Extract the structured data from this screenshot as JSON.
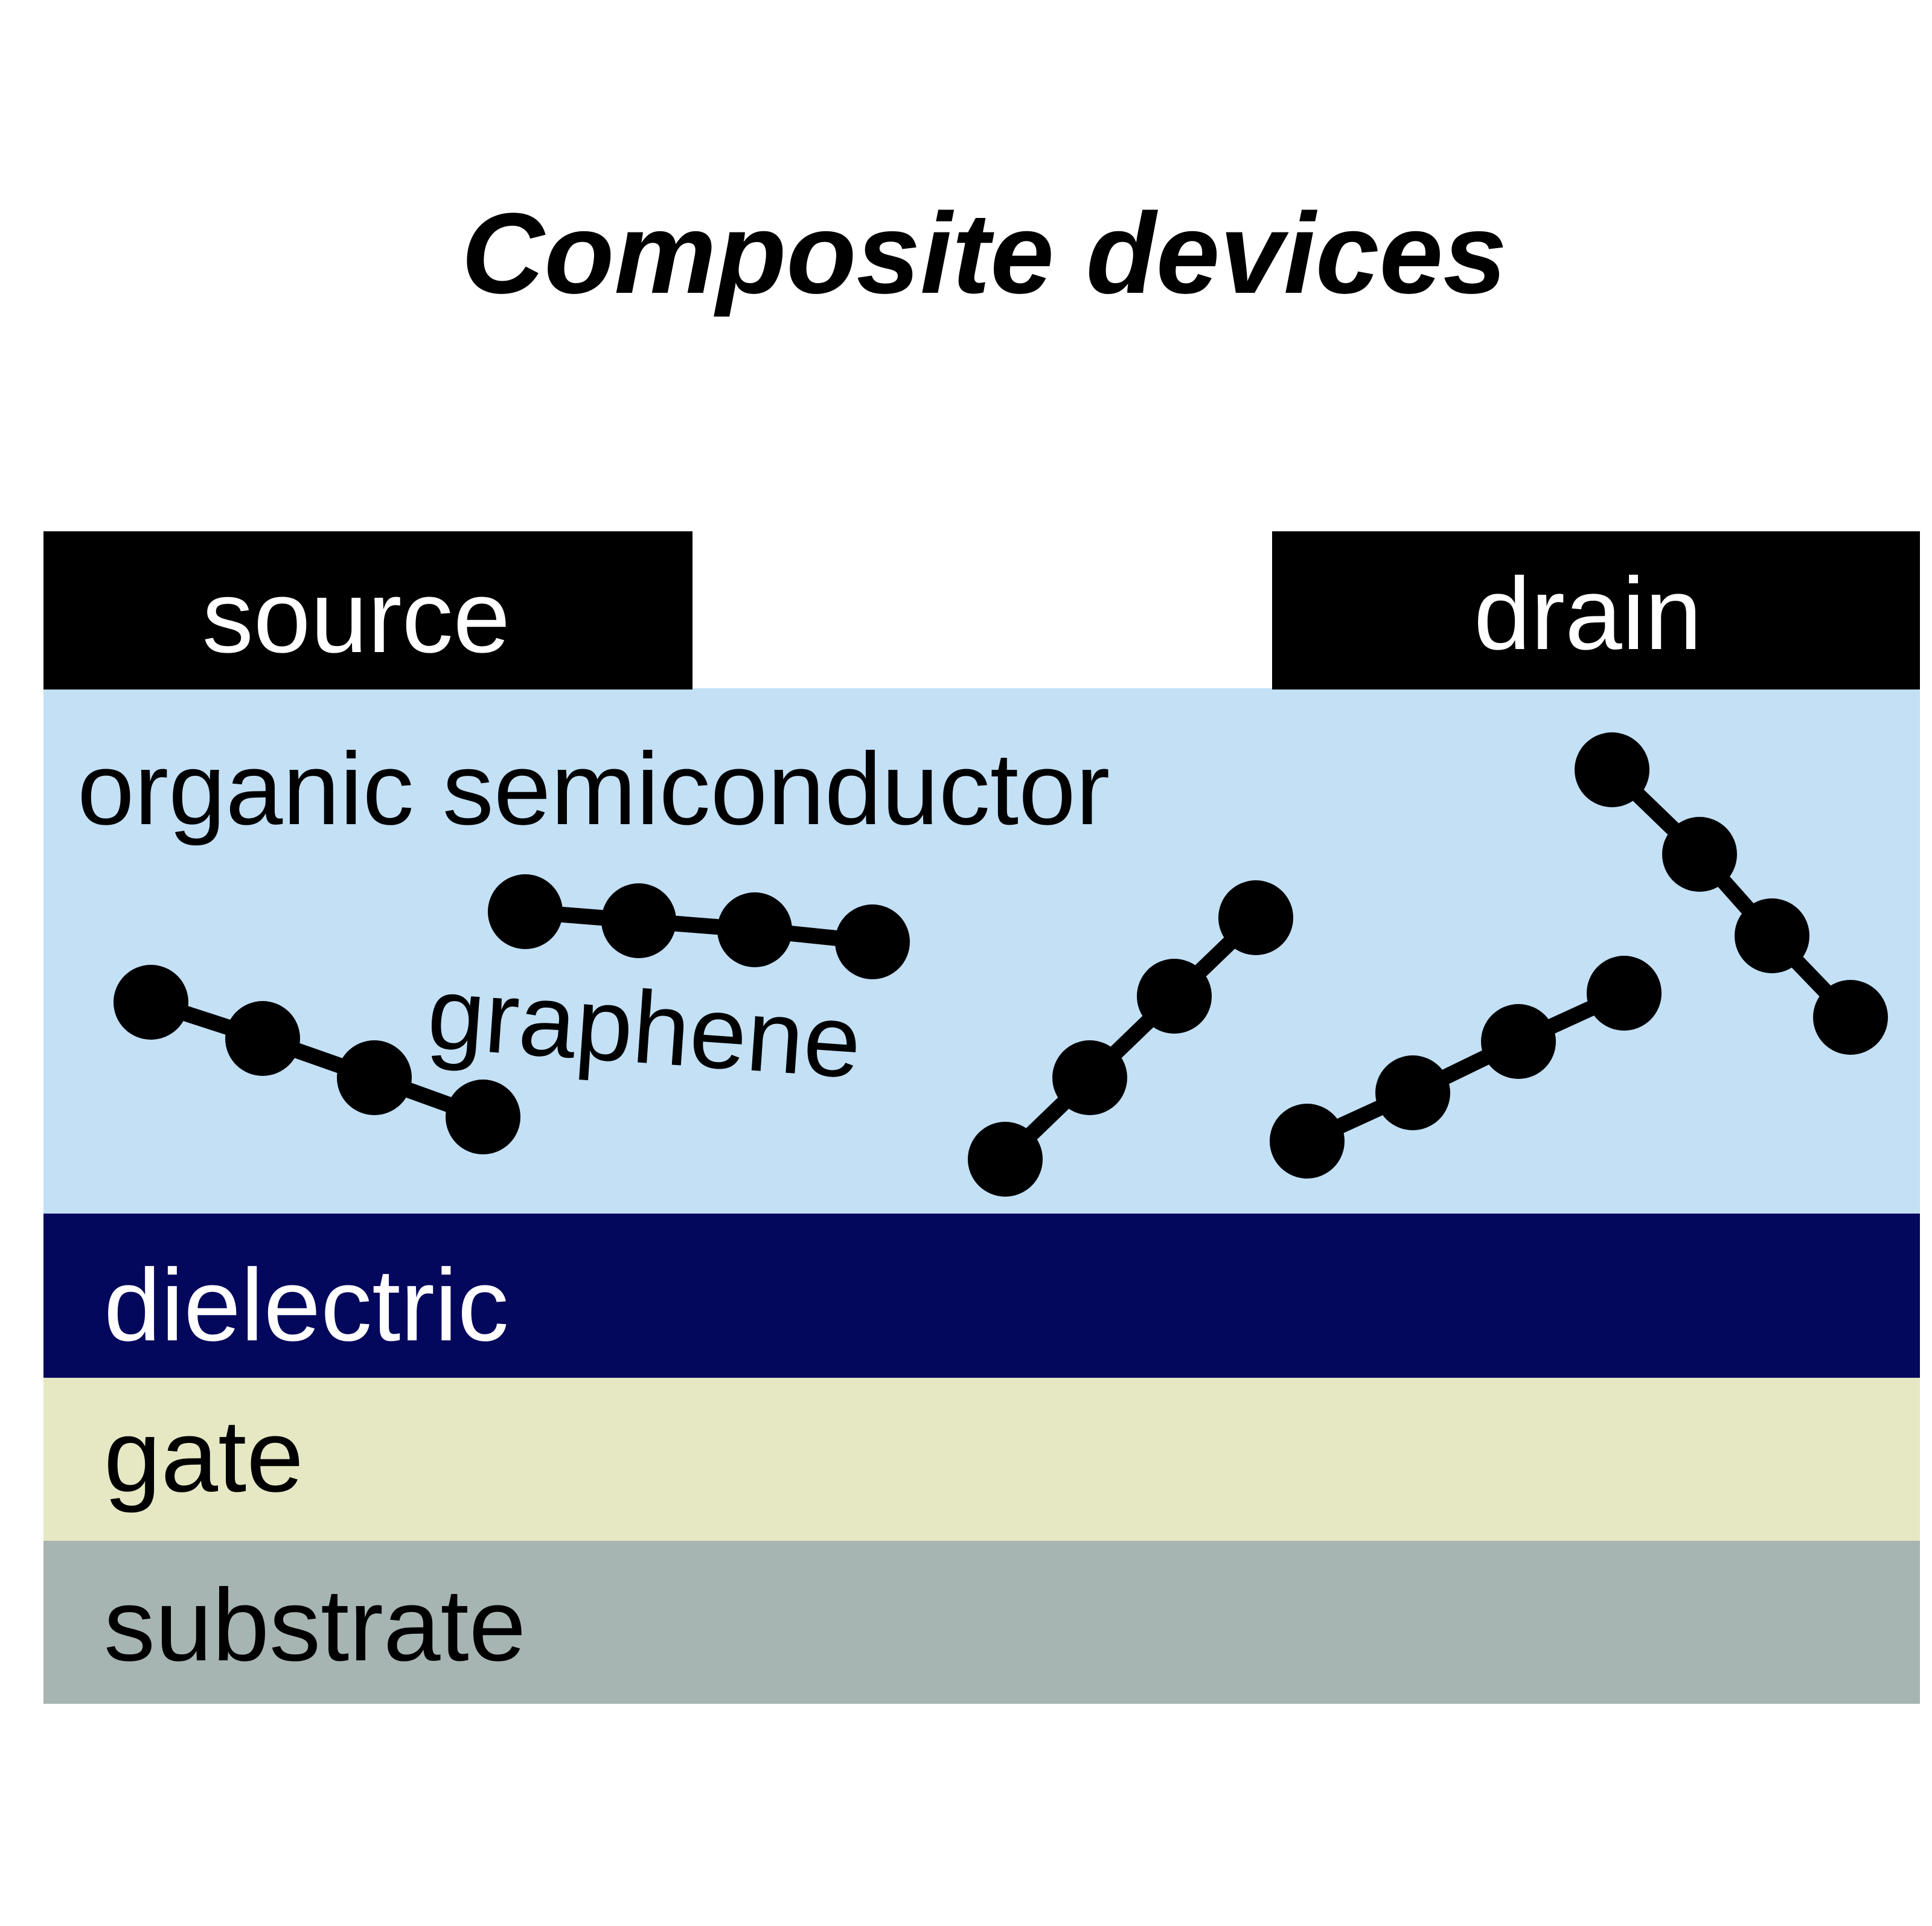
{
  "title": "Composite devices",
  "contacts": {
    "source": "source",
    "drain": "drain"
  },
  "layers": {
    "semiconductor": "organic semiconductor",
    "filler": "graphene",
    "dielectric": "dielectric",
    "gate": "gate",
    "substrate": "substrate"
  },
  "colors": {
    "contact": "#000000",
    "semiconductor": "#c3e0f5",
    "dielectric": "#04085c",
    "gate": "#e6e8c4",
    "substrate": "#a6b4b2",
    "graphene": "#000000",
    "light_text": "#ffffff",
    "dark_text": "#000000"
  }
}
